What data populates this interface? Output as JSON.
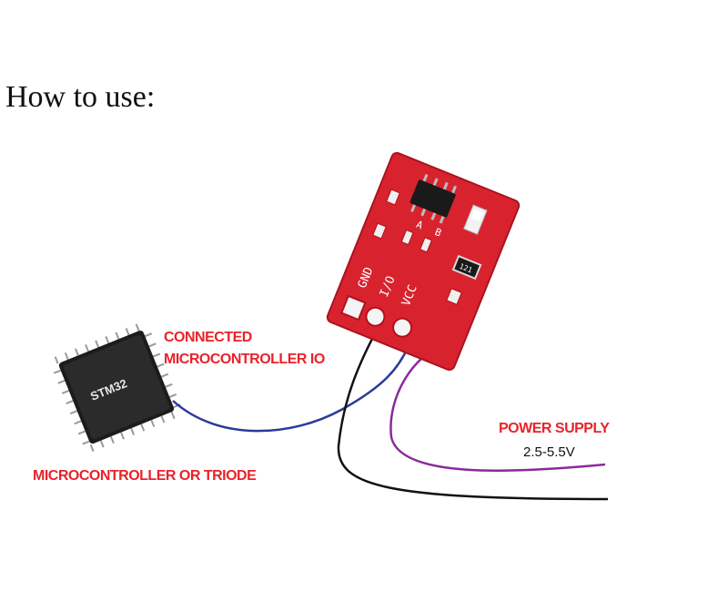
{
  "title": "How to use:",
  "labels": {
    "connected_line1": "CONNECTED",
    "connected_line2": "MICROCONTROLLER IO",
    "microcontroller": "MICROCONTROLLER OR TRIODE",
    "power_supply": "POWER SUPPLY",
    "voltage": "2.5-5.5V"
  },
  "chip": {
    "name": "STM32"
  },
  "board": {
    "pins": [
      "GND",
      "I/O",
      "VCC"
    ],
    "pads": [
      "A",
      "B"
    ],
    "resistor": "121",
    "color": "#d8232f"
  },
  "wire_colors": {
    "io": "#2a3a9a",
    "vcc": "#8a2a9a",
    "gnd": "#111111"
  }
}
